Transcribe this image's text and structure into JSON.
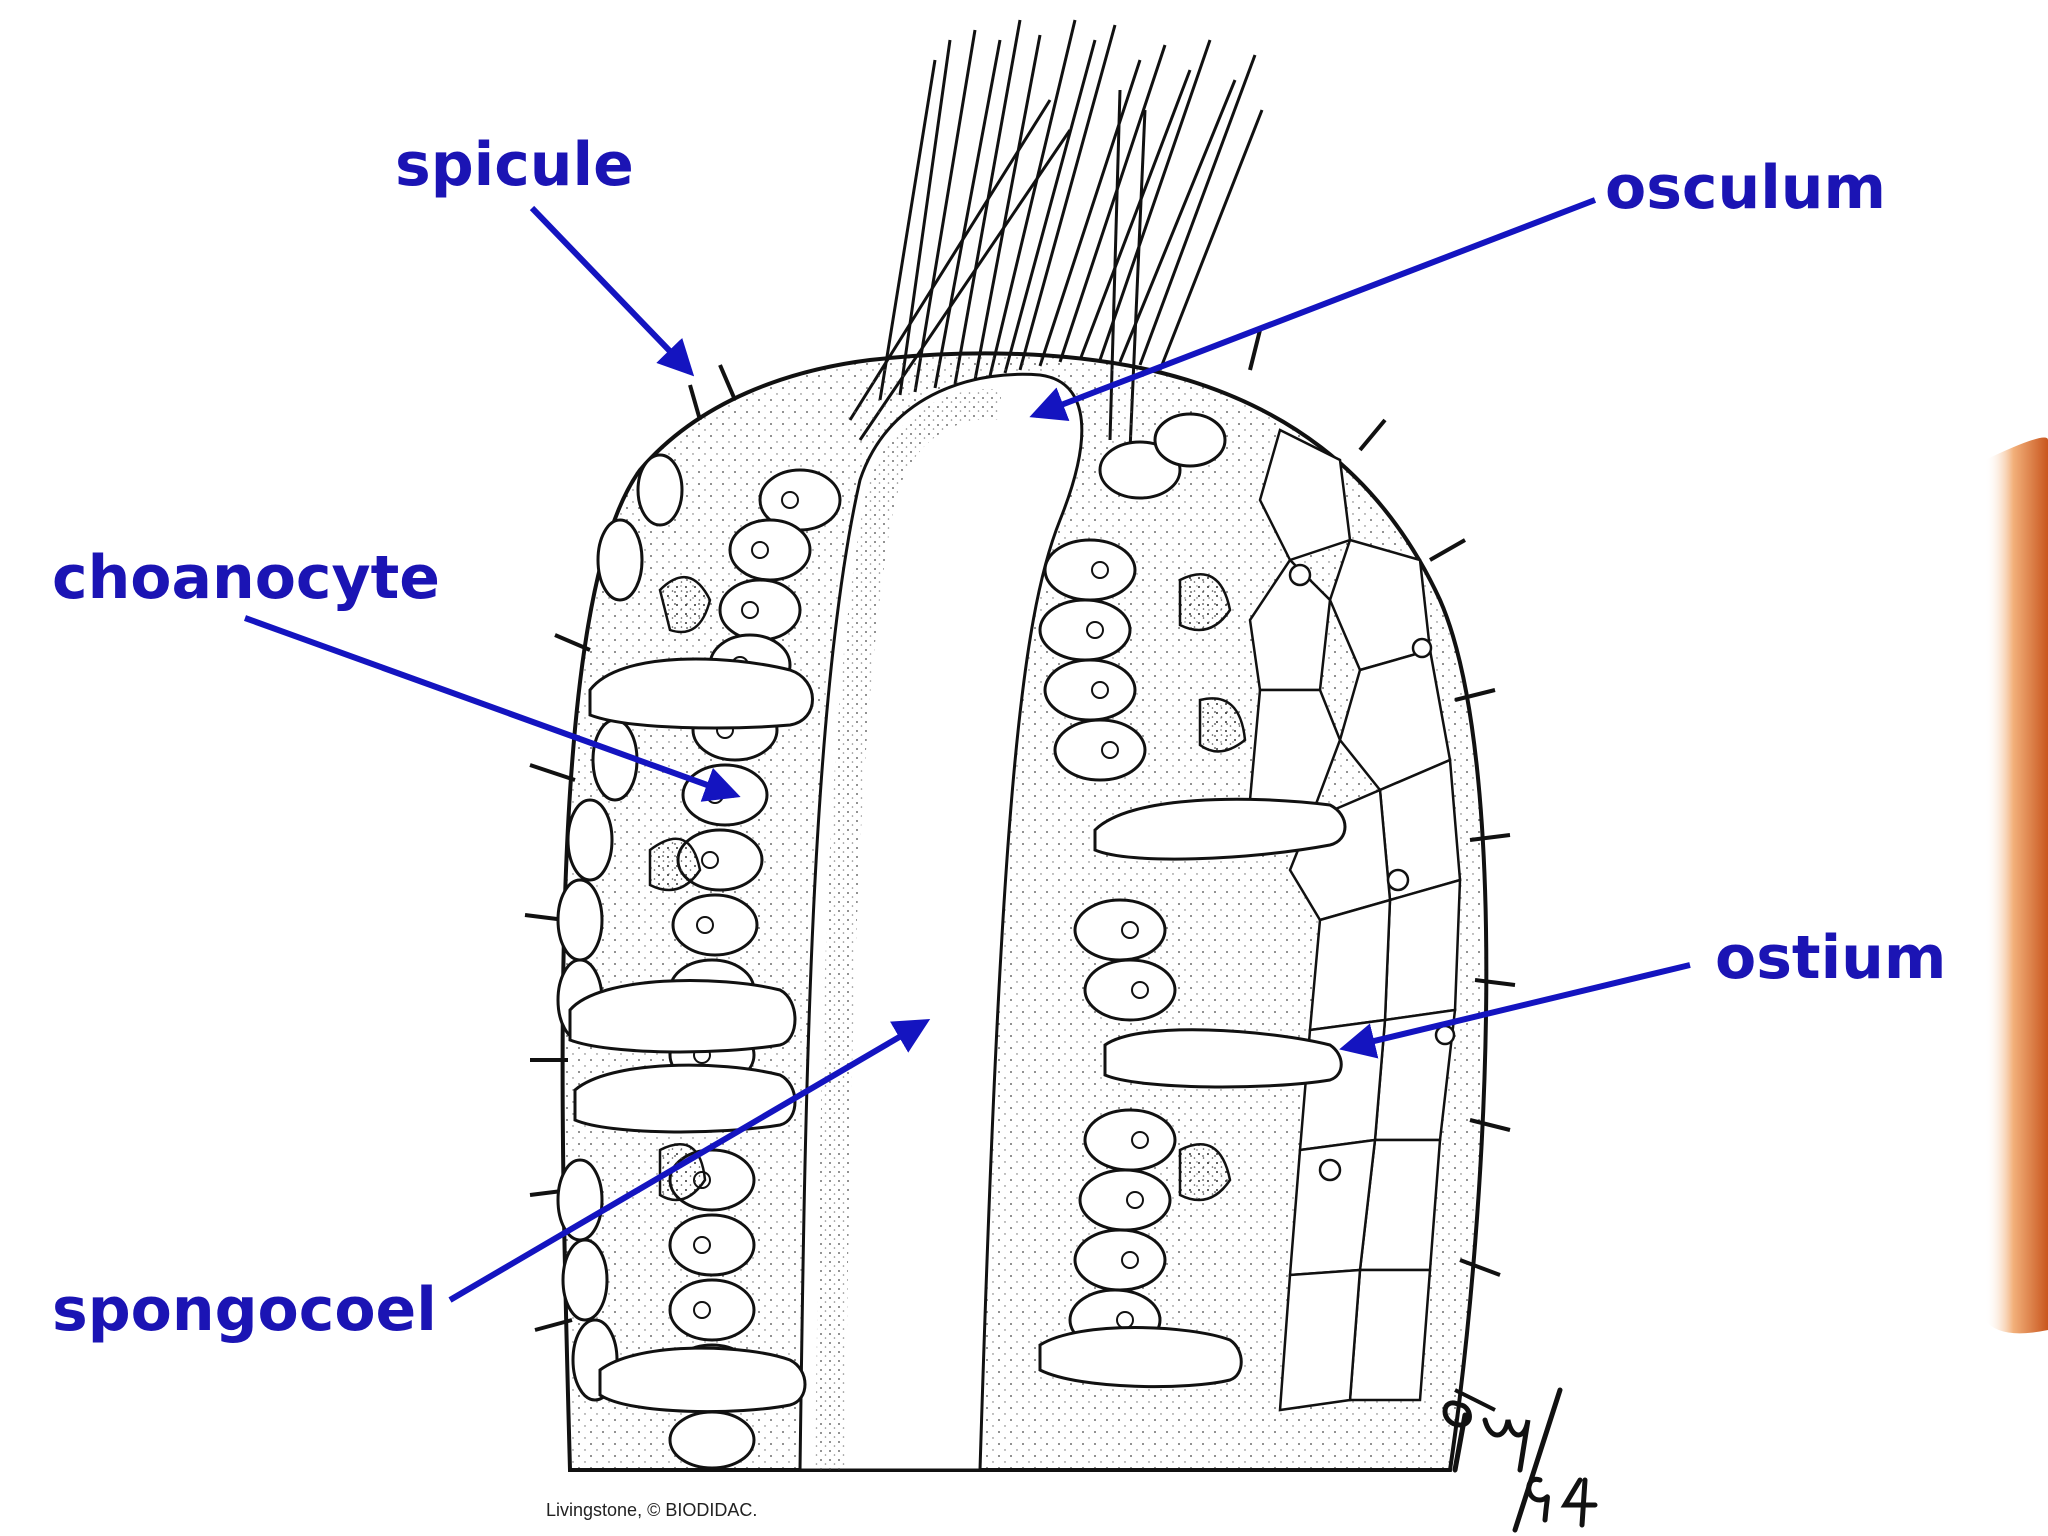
{
  "diagram": {
    "labels": {
      "spicule": "spicule",
      "osculum": "osculum",
      "choanocyte": "choanocyte",
      "ostium": "ostium",
      "spongocoel": "spongocoel"
    },
    "credit": "Livingstone, © BIODIDAC.",
    "signature": "Guy/94"
  },
  "colors": {
    "label": "#1b14b4",
    "arrow": "#1414c0",
    "ink": "#111111",
    "cell_fill": "#ffffff",
    "edge_glow": "#d86a2a"
  }
}
